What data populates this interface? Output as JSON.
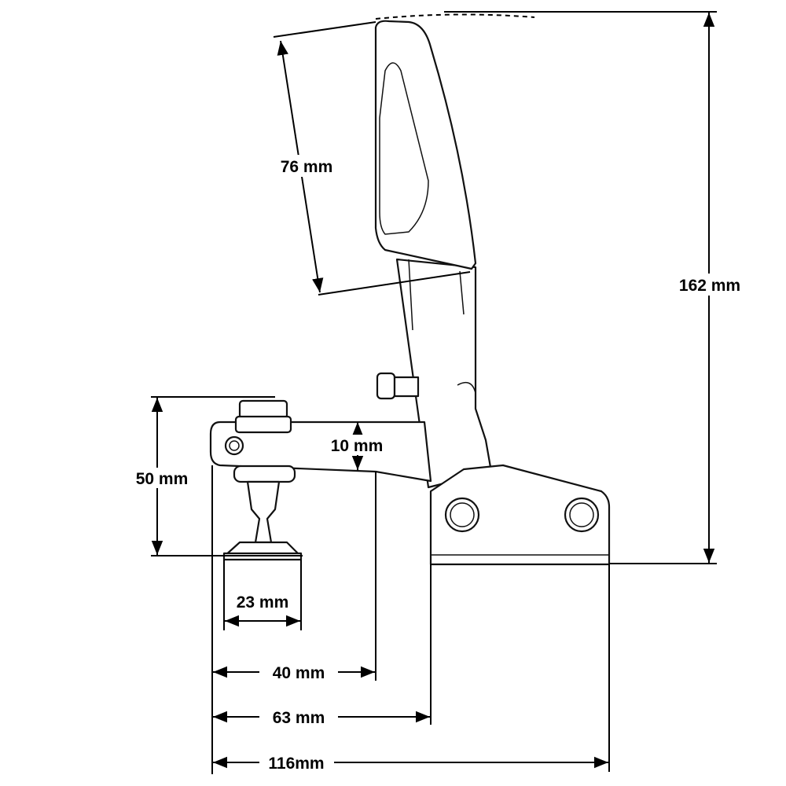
{
  "title": "Vertical toggle clamp dimension drawing",
  "dimensions": {
    "handle_length": "76 mm",
    "total_height": "162 mm",
    "arm_thickness": "10 mm",
    "spindle_height": "50 mm",
    "pad_diameter": "23 mm",
    "arm_reach": "40 mm",
    "spindle_to_base": "63 mm",
    "overall_length": "116mm"
  },
  "colors": {
    "line": "#000000",
    "background": "#ffffff"
  }
}
